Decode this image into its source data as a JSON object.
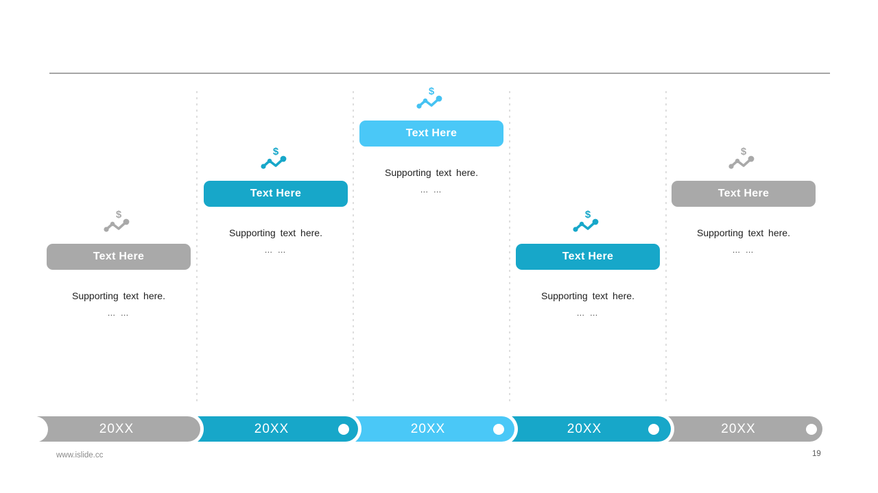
{
  "slide": {
    "footer_url": "www.islide.cc",
    "page_number": "19"
  },
  "colors": {
    "gray": "#a9a9a9",
    "teal": "#17a7c9",
    "light_blue": "#4ac8f7",
    "text_dark": "#212121",
    "separator": "#dedede"
  },
  "columns": [
    {
      "theme": "gray",
      "icon": "dollar-trend-icon",
      "badge_label": "Text Here",
      "support_line1": "Supporting text here.",
      "support_line2": "… …"
    },
    {
      "theme": "teal",
      "icon": "dollar-trend-icon",
      "badge_label": "Text Here",
      "support_line1": "Supporting text here.",
      "support_line2": "… …"
    },
    {
      "theme": "light_blue",
      "icon": "dollar-trend-icon",
      "badge_label": "Text Here",
      "support_line1": "Supporting text here.",
      "support_line2": "… …"
    },
    {
      "theme": "teal",
      "icon": "dollar-trend-icon",
      "badge_label": "Text Here",
      "support_line1": "Supporting text here.",
      "support_line2": "… …"
    },
    {
      "theme": "gray",
      "icon": "dollar-trend-icon",
      "badge_label": "Text Here",
      "support_line1": "Supporting text here.",
      "support_line2": "… …"
    }
  ],
  "timeline": {
    "segments": [
      {
        "label": "20XX",
        "theme": "gray"
      },
      {
        "label": "20XX",
        "theme": "teal"
      },
      {
        "label": "20XX",
        "theme": "light_blue"
      },
      {
        "label": "20XX",
        "theme": "teal"
      },
      {
        "label": "20XX",
        "theme": "gray"
      }
    ]
  }
}
